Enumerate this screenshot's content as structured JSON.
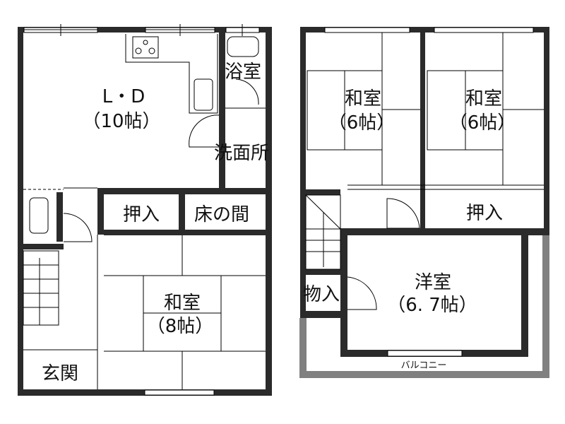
{
  "plan": {
    "floor1": {
      "rooms": {
        "ld": {
          "name": "L・D",
          "size": "（10帖）"
        },
        "bath": {
          "name": "浴室"
        },
        "washroom": {
          "name": "洗面所"
        },
        "closet": {
          "name": "押入"
        },
        "tokonoma": {
          "name": "床の間"
        },
        "washitsu": {
          "name": "和室",
          "size": "（8帖）"
        },
        "entrance": {
          "name": "玄関"
        }
      }
    },
    "floor2": {
      "rooms": {
        "washitsu_left": {
          "name": "和室",
          "size": "（6帖）"
        },
        "washitsu_right": {
          "name": "和室",
          "size": "（6帖）"
        },
        "closet": {
          "name": "押入"
        },
        "storage": {
          "name": "物入"
        },
        "western": {
          "name": "洋室",
          "size": "（6. 7帖）"
        },
        "balcony": {
          "name": "バルコニー"
        }
      }
    },
    "colors": {
      "wall": "#2b2b2b",
      "balcony": "#808080"
    }
  }
}
